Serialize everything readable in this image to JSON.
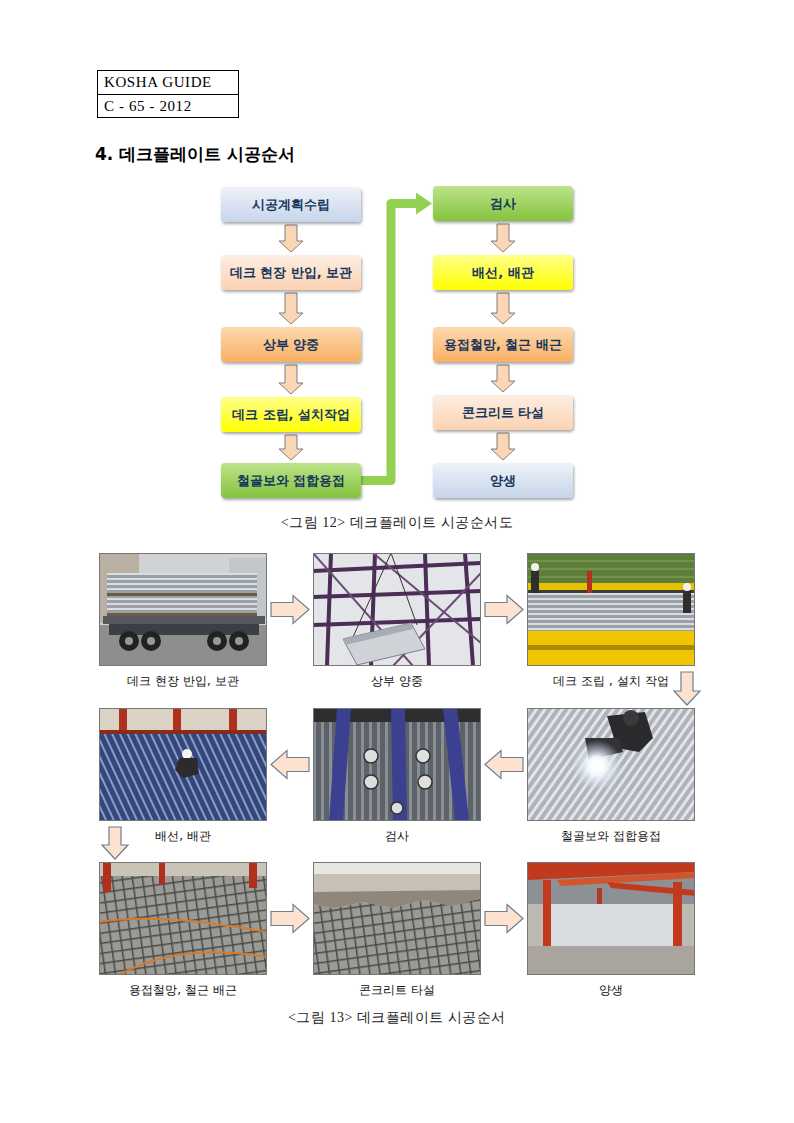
{
  "diagram": {
    "title": "4. 데크플레이트 시공순서",
    "caption": "<그림 13> 데크플레이트 시공순서",
    "nodes": [
      {
        "text": [
          "KOSHA GUIDE",
          "C - 65 - 2012"
        ]
      },
      {
        "text": [
          "시공계획수립"
        ]
      },
      {
        "text": [
          "데크 현장 반입, 보관"
        ]
      },
      {
        "text": [
          "상부 양중"
        ]
      },
      {
        "text": [
          "데크 조립, 설치작업"
        ]
      },
      {
        "text": [
          "철골보와 접합용접"
        ]
      },
      {
        "text": [
          "검사"
        ]
      },
      {
        "text": [
          "배선, 배관"
        ]
      },
      {
        "text": [
          "용접철망, 철근 배근"
        ]
      },
      {
        "text": [
          "콘크리트 타설"
        ]
      },
      {
        "text": [
          "양생"
        ]
      },
      {
        "text": [
          "데크 현장 반입, 보관"
        ]
      },
      {
        "text": [
          "상부 양중"
        ]
      },
      {
        "text": [
          "데크 조립 , 설치 작업"
        ]
      },
      {
        "text": [
          "철골보와 접합용접"
        ]
      },
      {
        "text": [
          "검사"
        ]
      },
      {
        "text": [
          "배선, 배관"
        ]
      },
      {
        "text": [
          "용접철망, 철근 배근"
        ]
      },
      {
        "text": [
          "콘크리트 타설"
        ]
      },
      {
        "text": [
          "양생"
        ]
      }
    ],
    "edges": [
      {
        "from": 1,
        "to": 2,
        "arrow": "to"
      },
      {
        "from": 2,
        "to": 3,
        "arrow": "to"
      },
      {
        "from": 3,
        "to": 4,
        "arrow": "to"
      },
      {
        "from": 4,
        "to": 5,
        "arrow": "to"
      },
      {
        "from": 5,
        "to": 6,
        "arrow": "to"
      },
      {
        "from": 6,
        "to": 7,
        "arrow": "to"
      },
      {
        "from": 7,
        "to": 8,
        "arrow": "to"
      },
      {
        "from": 8,
        "to": 9,
        "arrow": "to"
      },
      {
        "from": 9,
        "to": 10,
        "arrow": "to"
      },
      {
        "from": 11,
        "to": 12,
        "arrow": "to"
      },
      {
        "from": 12,
        "to": 13,
        "arrow": "to"
      },
      {
        "from": 13,
        "to": 14,
        "arrow": "to"
      },
      {
        "from": 14,
        "to": 15,
        "arrow": "to"
      },
      {
        "from": 15,
        "to": 16,
        "arrow": "to"
      },
      {
        "from": 16,
        "to": 17,
        "arrow": "to"
      },
      {
        "from": 17,
        "to": 18,
        "arrow": "to"
      },
      {
        "from": 18,
        "to": 19,
        "arrow": "to"
      }
    ],
    "labels": [
      "<그림 12> 데크플레이트 시공순서도"
    ]
  }
}
